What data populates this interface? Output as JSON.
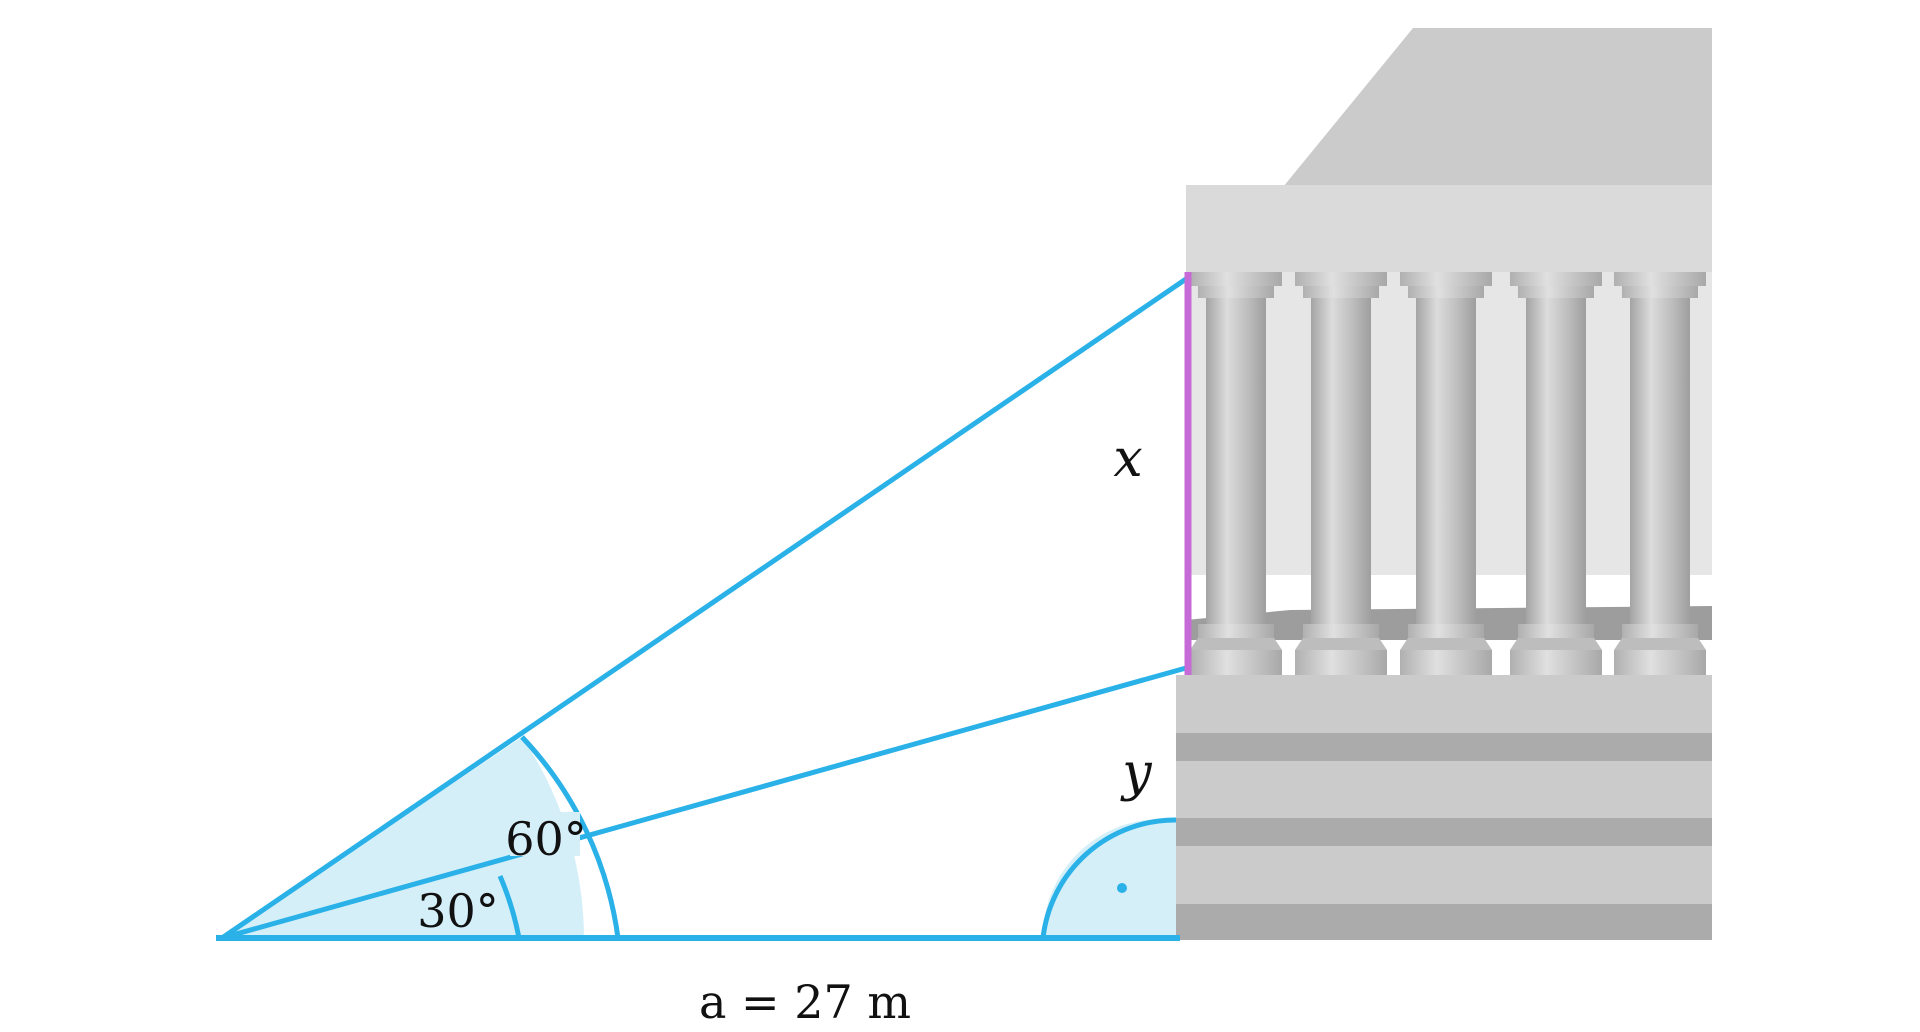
{
  "labels": {
    "x_label": "x",
    "y_label": "y",
    "angle_60": "60°",
    "angle_30": "30°",
    "distance_a": "a = 27 m"
  },
  "colors": {
    "sightline": "#29b1e8",
    "angle_fill": "#d5eff9",
    "segment_x": "#c56ad6",
    "stone_light": "#d9d9d9",
    "stone_mid": "#cbcbcb",
    "stone_dark": "#a9a9a9",
    "column_shade": "#9c9c9c"
  },
  "icons": {
    "building": "temple-icon",
    "right_angle_marker": "right-angle-dot-icon"
  }
}
